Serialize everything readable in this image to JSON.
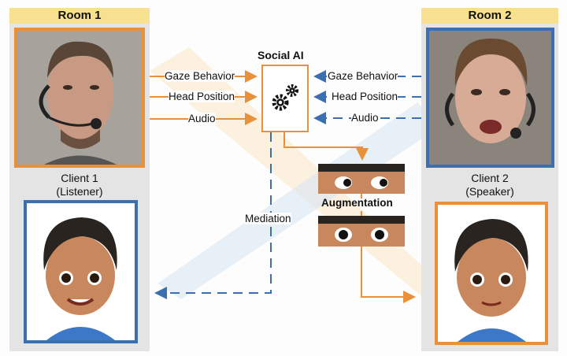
{
  "rooms": [
    {
      "title": "Room 1",
      "client": "Client 1",
      "role": "(Listener)"
    },
    {
      "title": "Room 2",
      "client": "Client 2",
      "role": "(Speaker)"
    }
  ],
  "social_ai": {
    "title": "Social AI",
    "icon": "gears-icon"
  },
  "inputs_left": [
    "Gaze Behavior",
    "Head Position",
    "Audio"
  ],
  "inputs_right": [
    "Gaze Behavior",
    "Head Position",
    "Audio"
  ],
  "augmentation_label": "Augmentation",
  "mediation_label": "Mediation",
  "colors": {
    "orange": "#e8913a",
    "blue": "#3a6fb0",
    "header": "#f7e08f",
    "panel": "#e4e4e4"
  }
}
